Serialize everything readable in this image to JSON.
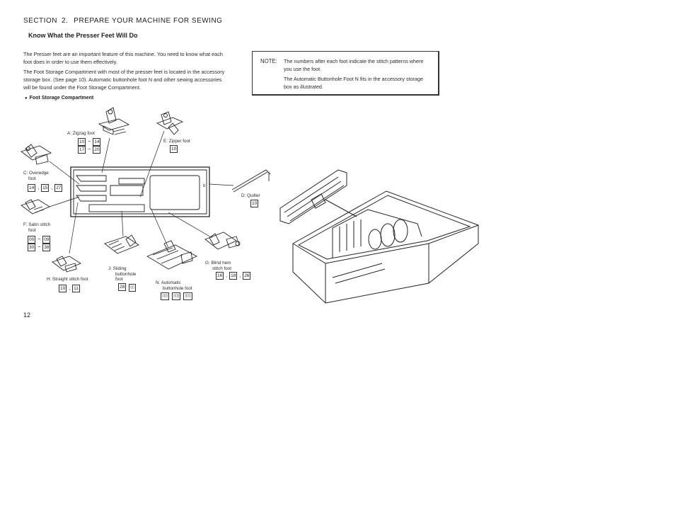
{
  "header": {
    "section_label": "SECTION",
    "section_number": "2.",
    "section_title": "PREPARE YOUR MACHINE FOR SEWING"
  },
  "heading": "Know What the Presser Feet Will Do",
  "paragraphs": {
    "p1": "The Presser feet are an important feature of this machine. You need to know what each foot does in order to use them effectively.",
    "p2": "The Foot Storage Compartment with most of the presser feet is located in the accessory storage box. (See page 10). Automatic buttonhole foot N and other sewing accessories will be found under the Foot Storage Compartment."
  },
  "note": {
    "label": "NOTE:",
    "text1": "The numbers after each foot indicate the stitch patterns where you use the foot.",
    "text2": "The Automatic Buttonhole Foot N fits in the accessory storage box as illustrated."
  },
  "compartment_title": "Foot Storage Compartment",
  "feet": {
    "a": {
      "label": "A: Zigzag foot",
      "codes1": [
        "10",
        "~",
        "14"
      ],
      "codes2": [
        "17",
        "~",
        "20"
      ]
    },
    "e": {
      "label": "E: Zipper foot",
      "codes": [
        "10"
      ]
    },
    "c": {
      "label_line1": "C: Overedge",
      "label_line2": "foot",
      "codes": [
        "14",
        ",",
        "15",
        ",",
        "27"
      ]
    },
    "f": {
      "label_line1": "F: Satin stitch",
      "label_line2": "foot",
      "codes1": [
        "00",
        "~",
        "09"
      ],
      "codes2": [
        "30",
        "~",
        "38"
      ]
    },
    "h": {
      "label": "H: Straight stitch foot",
      "codes": [
        "10",
        ",",
        "11"
      ]
    },
    "j": {
      "label_line1": "J: Sliding",
      "label_line2": "buttonhole",
      "label_line3": "foot",
      "codes": [
        "28"
      ]
    },
    "n": {
      "label_line1": "N: Automatic",
      "label_line2": "buttonhole foot"
    },
    "g": {
      "label_line1": "G: Blind hem",
      "label_line2": "stitch foot",
      "codes": [
        "16",
        ",",
        "18",
        ",",
        "26"
      ]
    },
    "d": {
      "label": "D: Quilter",
      "codes": [
        "10"
      ]
    }
  },
  "page_number": "12"
}
